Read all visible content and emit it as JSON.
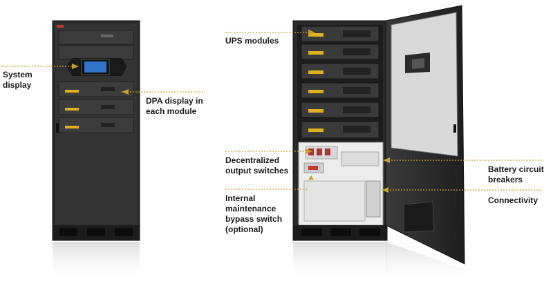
{
  "labels": {
    "system_display": "System\ndisplay",
    "dpa_display": "DPA display in\neach module",
    "ups_modules": "UPS modules",
    "decentralized_switches": "Decentralized\noutput switches",
    "battery_breakers": "Battery circuit\nbreakers",
    "connectivity": "Connectivity",
    "bypass_switch": "Internal\nmaintenance\nbypass switch\n(optional)"
  },
  "colors": {
    "leader": "#c9a227",
    "cabinet": "#2b2b2b",
    "module_led": "#e0b020",
    "screen": "#2f74c8"
  }
}
